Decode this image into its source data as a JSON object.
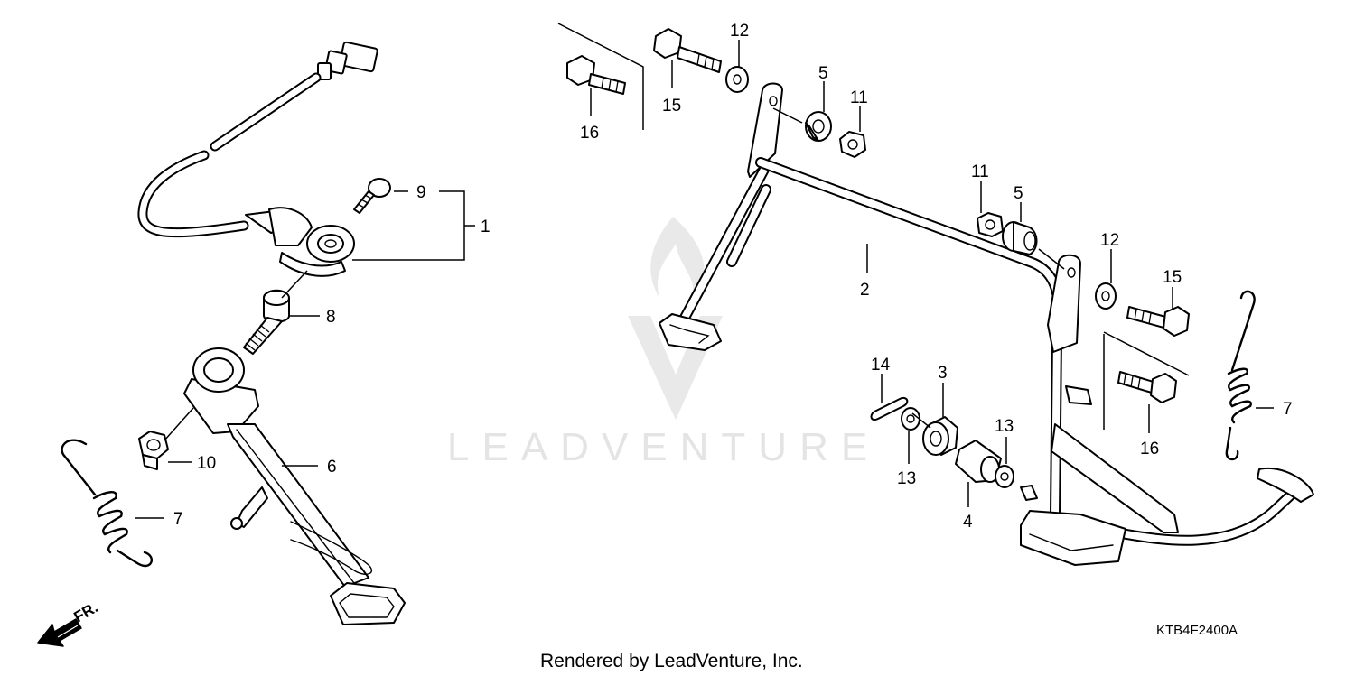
{
  "watermark": {
    "text": "LEADVENTURE"
  },
  "diagram_code": "KTB4F2400A",
  "credit": "Rendered by LeadVenture, Inc.",
  "direction_indicator": {
    "label": "FR."
  },
  "callouts": {
    "c1": "1",
    "c2": "2",
    "c3": "3",
    "c4": "4",
    "c5a": "5",
    "c5b": "5",
    "c6": "6",
    "c7a": "7",
    "c7b": "7",
    "c8": "8",
    "c9": "9",
    "c10": "10",
    "c11a": "11",
    "c11b": "11",
    "c12a": "12",
    "c12b": "12",
    "c13a": "13",
    "c13b": "13",
    "c14": "14",
    "c15a": "15",
    "c15b": "15",
    "c16a": "16",
    "c16b": "16"
  }
}
